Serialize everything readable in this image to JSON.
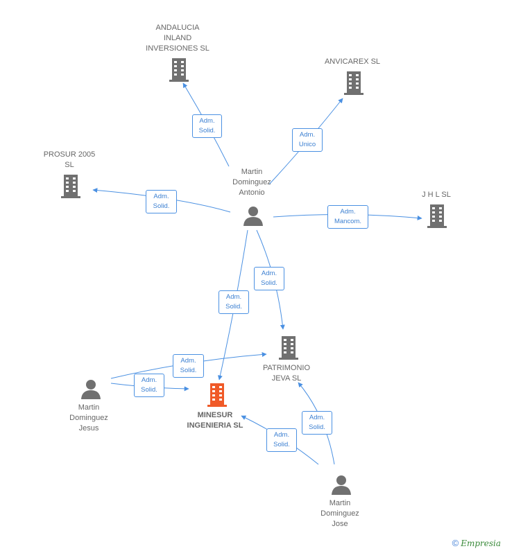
{
  "colors": {
    "edge": "#4a90e2",
    "company": "#707070",
    "focus_company": "#f05a28",
    "person": "#707070"
  },
  "companies": {
    "andalucia": "ANDALUCIA\nINLAND\nINVERSIONES SL",
    "anvicarex": "ANVICAREX SL",
    "prosur": "PROSUR 2005\nSL",
    "jhl": "J H L SL",
    "patrimonio": "PATRIMONIO\nJEVA SL",
    "minesur": "MINESUR\nINGENIERIA SL"
  },
  "people": {
    "antonio": "Martin\nDominguez\nAntonio",
    "jesus": "Martin\nDominguez\nJesus",
    "jose": "Martin\nDominguez\nJose"
  },
  "edges": {
    "e1": "Adm.\nSolid.",
    "e2": "Adm.\nUnico",
    "e3": "Adm.\nSolid.",
    "e4": "Adm.\nMancom.",
    "e5": "Adm.\nSolid.",
    "e6": "Adm.\nSolid.",
    "e7": "Adm.\nSolid.",
    "e8": "Adm.\nSolid.",
    "e9": "Adm.\nSolid.",
    "e10": "Adm.\nSolid."
  },
  "footer": {
    "copyright": "©",
    "brand": "Empresia"
  }
}
